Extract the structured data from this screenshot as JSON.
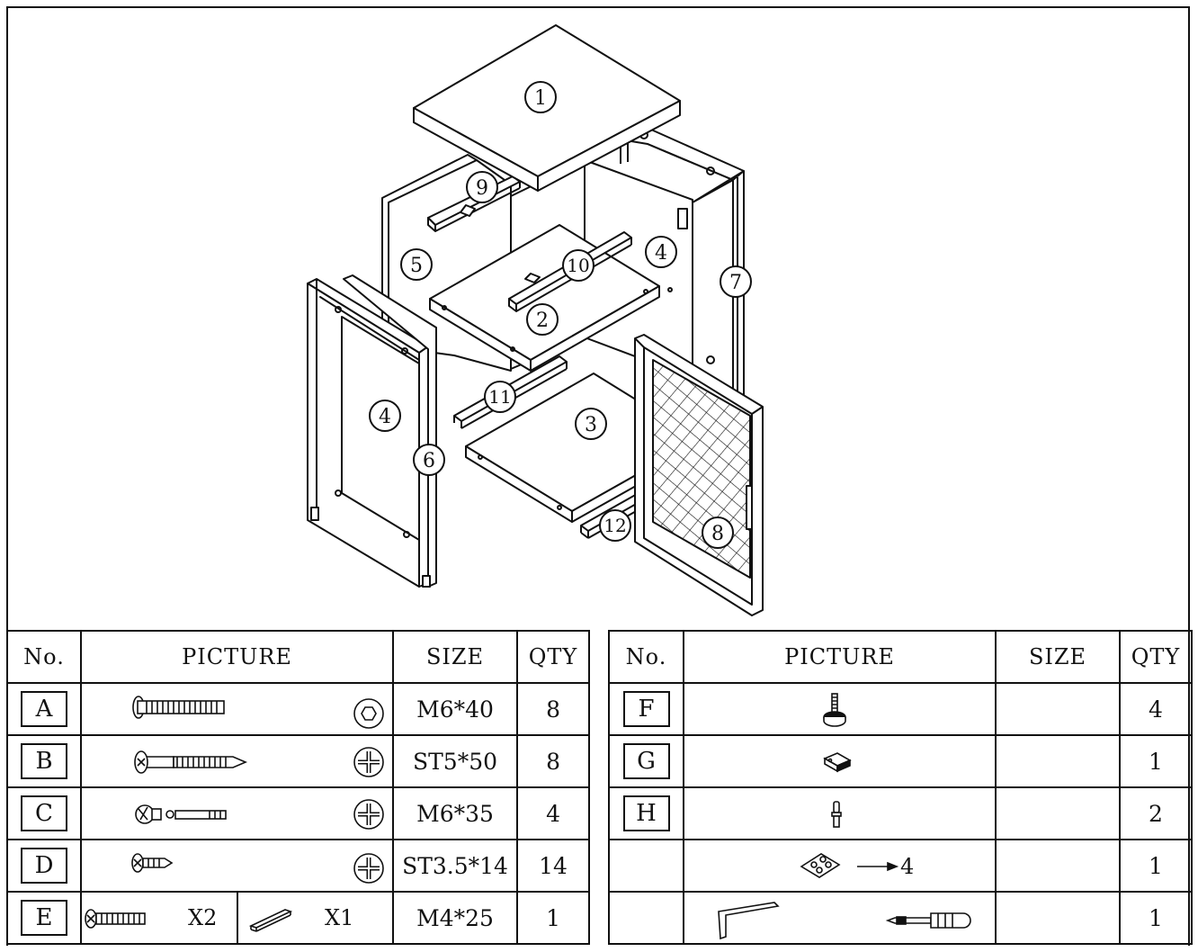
{
  "callouts": [
    {
      "label": "1"
    },
    {
      "label": "9"
    },
    {
      "label": "5"
    },
    {
      "label": "10"
    },
    {
      "label": "4"
    },
    {
      "label": "7"
    },
    {
      "label": "2"
    },
    {
      "label": "4"
    },
    {
      "label": "11"
    },
    {
      "label": "3"
    },
    {
      "label": "6"
    },
    {
      "label": "12"
    },
    {
      "label": "8"
    }
  ],
  "headers": {
    "no": "No.",
    "picture": "PICTURE",
    "size": "SIZE",
    "qty": "QTY"
  },
  "left_rows": [
    {
      "code": "A",
      "size": "M6*40",
      "qty": "8",
      "icon": "hex-bolt-icon"
    },
    {
      "code": "B",
      "size": "ST5*50",
      "qty": "8",
      "icon": "wood-screw-icon"
    },
    {
      "code": "C",
      "size": "M6*35",
      "qty": "4",
      "icon": "cam-lock-icon"
    },
    {
      "code": "D",
      "size": "ST3.5*14",
      "qty": "14",
      "icon": "short-screw-icon"
    },
    {
      "code": "E",
      "size": "M4*25",
      "qty": "1",
      "icon": "screw-and-bracket-icon",
      "mult1": "X2",
      "mult2": "X1"
    }
  ],
  "right_rows": [
    {
      "code": "F",
      "size": "",
      "qty": "4",
      "icon": "leveling-foot-icon"
    },
    {
      "code": "G",
      "size": "",
      "qty": "1",
      "icon": "magnetic-catch-icon"
    },
    {
      "code": "H",
      "size": "",
      "qty": "2",
      "icon": "shelf-pin-icon"
    },
    {
      "code": "",
      "size": "",
      "qty": "1",
      "icon": "felt-pads-icon",
      "arrow_note": "4"
    },
    {
      "code": "",
      "size": "",
      "qty": "1",
      "icon": "allen-key-and-screwdriver-icon"
    }
  ]
}
